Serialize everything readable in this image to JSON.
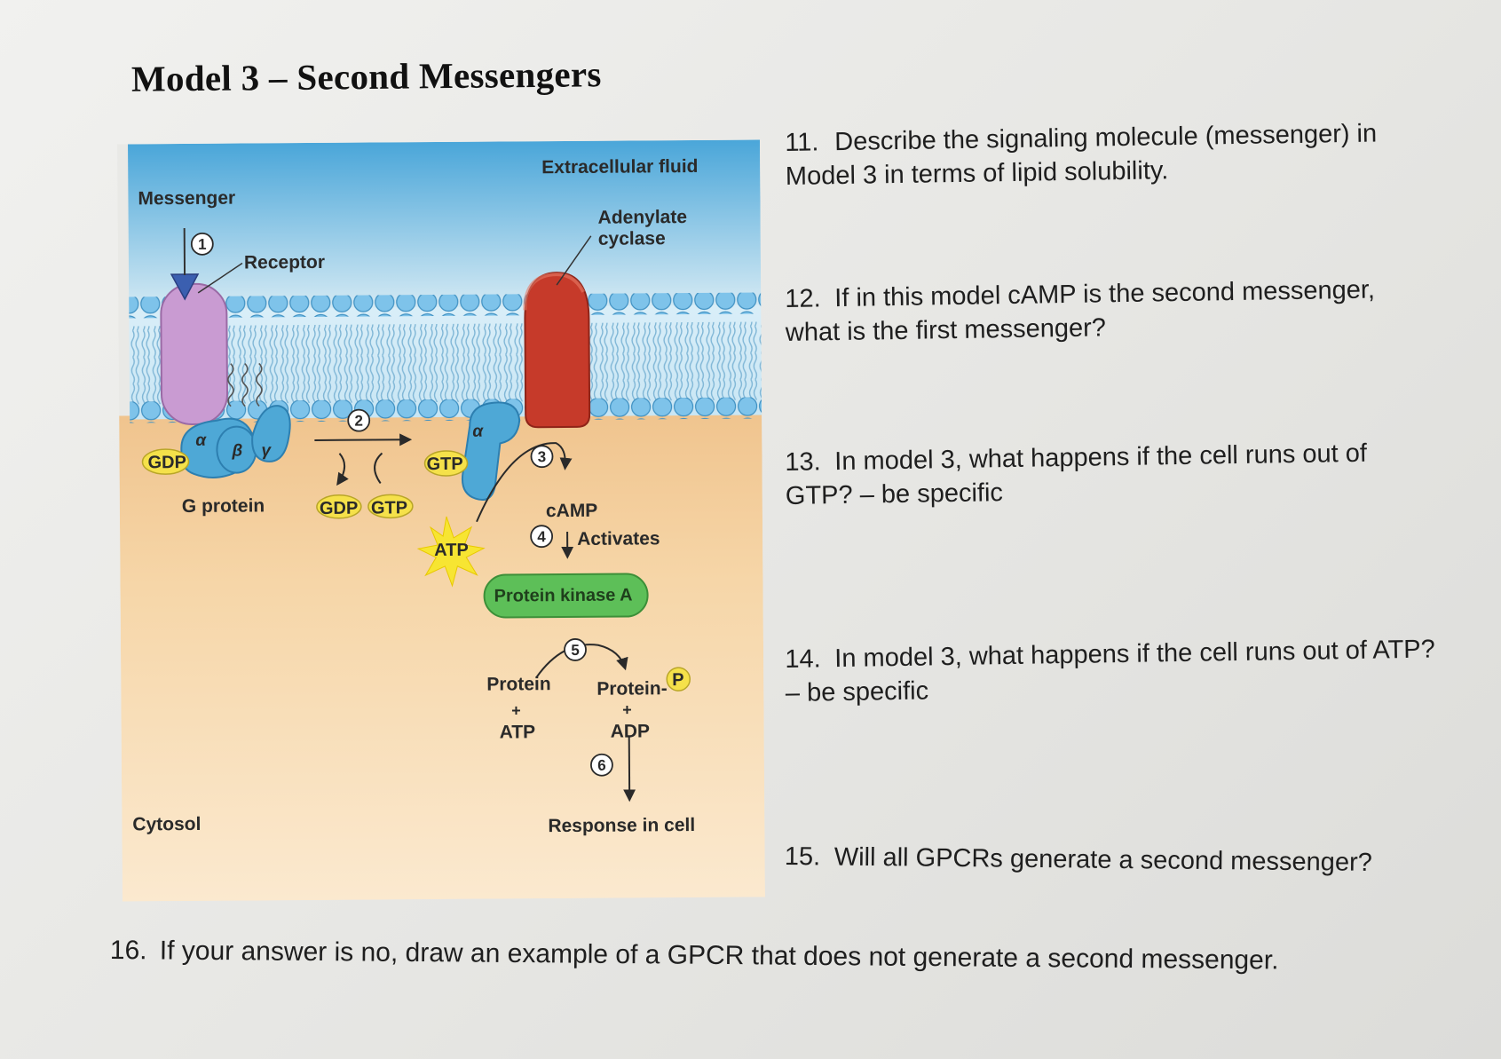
{
  "title": "Model 3 – Second Messengers",
  "diagram": {
    "extracellular": "Extracellular fluid",
    "messenger": "Messenger",
    "receptor": "Receptor",
    "adenylate_1": "Adenylate",
    "adenylate_2": "cyclase",
    "gdp_left": "GDP",
    "alpha": "α",
    "beta": "β",
    "gamma": "γ",
    "gprotein": "G protein",
    "gdp_mid": "GDP",
    "gtp_mid": "GTP",
    "gtp_alpha": "GTP",
    "alpha2": "α",
    "atp_star": "ATP",
    "camp": "cAMP",
    "activates": "Activates",
    "pka": "Protein kinase A",
    "protein": "Protein",
    "plus1": "+",
    "atp2": "ATP",
    "protein_p": "Protein-",
    "p_badge": "P",
    "plus2": "+",
    "adp": "ADP",
    "response": "Response in cell",
    "cytosol": "Cytosol",
    "step1": "1",
    "step2": "2",
    "step3": "3",
    "step4": "4",
    "step5": "5",
    "step6": "6"
  },
  "questions": [
    {
      "num": "11.",
      "line1": "Describe the signaling molecule (messenger) in",
      "line2": "Model 3 in terms of lipid solubility."
    },
    {
      "num": "12.",
      "line1": "If in this model cAMP is the second messenger,",
      "line2": "what is the first messenger?"
    },
    {
      "num": "13.",
      "line1": "In model 3, what happens if the cell runs out of",
      "line2": "GTP? – be specific"
    },
    {
      "num": "14.",
      "line1": "In model 3, what happens if the cell runs out of ATP?",
      "line2": "– be specific"
    },
    {
      "num": "15.",
      "line1": "Will all GPCRs generate a second messenger?"
    },
    {
      "num": "16.",
      "line1": "If your answer is no, draw an example of a GPCR that does not generate a second messenger."
    }
  ],
  "colors": {
    "extracellular_top": "#4aa6d9",
    "cytosol": "#f0c48e",
    "membrane_head": "#7ec3ea",
    "receptor": "#c99bd2",
    "g_protein": "#4ea8d6",
    "adenylate_cyclase": "#c63a2a",
    "atp_star": "#f7e532",
    "pka": "#5dbf58",
    "p_badge": "#f5e14a"
  }
}
